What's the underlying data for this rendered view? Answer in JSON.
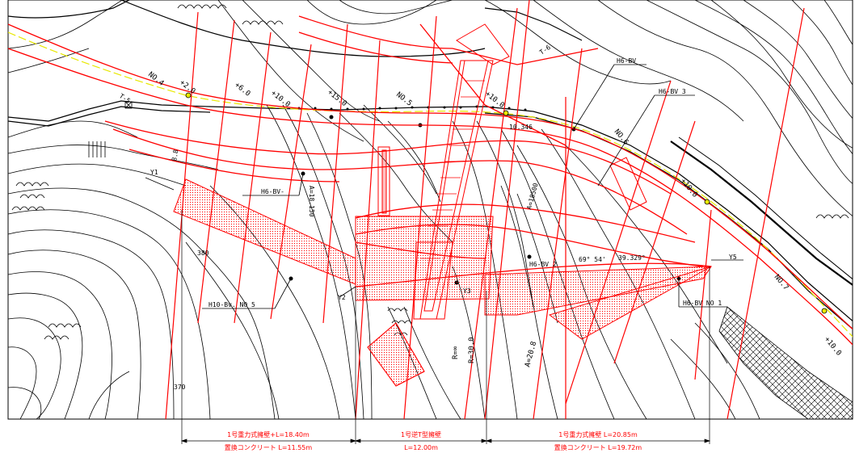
{
  "colors": {
    "contour": "#000000",
    "design": "#ff0000",
    "centerline": "#e8e800",
    "hatch": "#ff0000",
    "background": "#ffffff"
  },
  "stations": {
    "no4": "NO.4",
    "p2": "+2.0",
    "p6": "+6.0",
    "p10a": "+10.0",
    "p15": "+15.0",
    "no5": "NO.5",
    "p10b": "+10.0",
    "no6": "NO.6",
    "p10c": "+10.0",
    "no7": "NO.7",
    "p10d": "+10.0"
  },
  "points": {
    "t5": "T-5",
    "t6": "T-6",
    "y1": "Y1",
    "y2": "Y2",
    "y3": "Y3",
    "y5": "Y5"
  },
  "boreholes": {
    "h6bv_left": "H6-BV-",
    "h6bv_top": "H6-BV",
    "h6bv3": "H6-BV 3",
    "h6bv2": "H6-BV 2",
    "h6bvno1": "H6-BV NO 1",
    "h10no5": "H10-Bv. NO 5"
  },
  "misc": {
    "a1": "A=18.150",
    "a2": "A=18500",
    "r1": "R=∞",
    "r2": "R=30.0",
    "r3": "A=20.8",
    "ang1": "69° 54'",
    "ang2": "39.329°",
    "elev1": "380",
    "elev2": "370",
    "d1": "8.8",
    "d2": "10.346"
  },
  "dimensions": {
    "seg1_line1": "1号重力式擁壁+L=18.40m",
    "seg1_line2": "置換コンクリート  L=11.55m",
    "seg2_line1": "1号逆T型擁壁",
    "seg2_line2": "L=12.00m",
    "seg3_line1": "1号重力式擁壁 L=20.85m",
    "seg3_line2": "置換コンクリート  L=19.72m"
  }
}
